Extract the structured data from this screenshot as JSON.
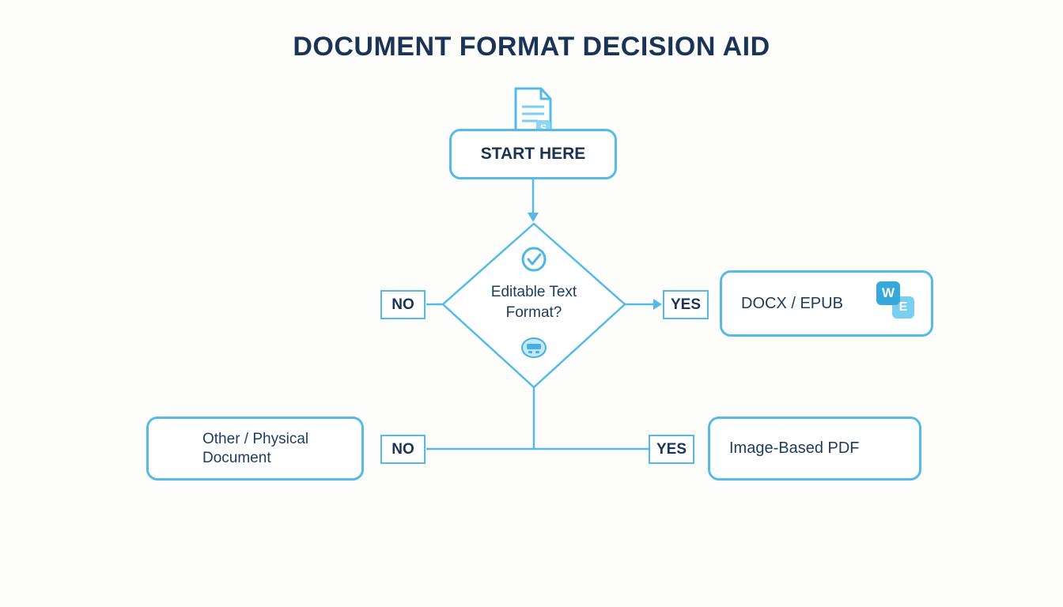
{
  "title": "DOCUMENT FORMAT DECISION AID",
  "nodes": {
    "start": "START HERE",
    "decision": "Editable Text Format?",
    "docx": "DOCX / EPUB",
    "other": "Other / Physical Document",
    "image_pdf": "Image-Based PDF"
  },
  "labels": {
    "no_top": "NO",
    "yes_top": "YES",
    "no_bottom": "NO",
    "yes_bottom": "YES"
  },
  "icons": {
    "word_badge": "W",
    "epub_badge": "E"
  },
  "colors": {
    "line_blue": "#56b9e8",
    "icon_blue": "#35a9dc",
    "icon_light_blue": "#79cef1",
    "text_dark": "#1b3355"
  }
}
